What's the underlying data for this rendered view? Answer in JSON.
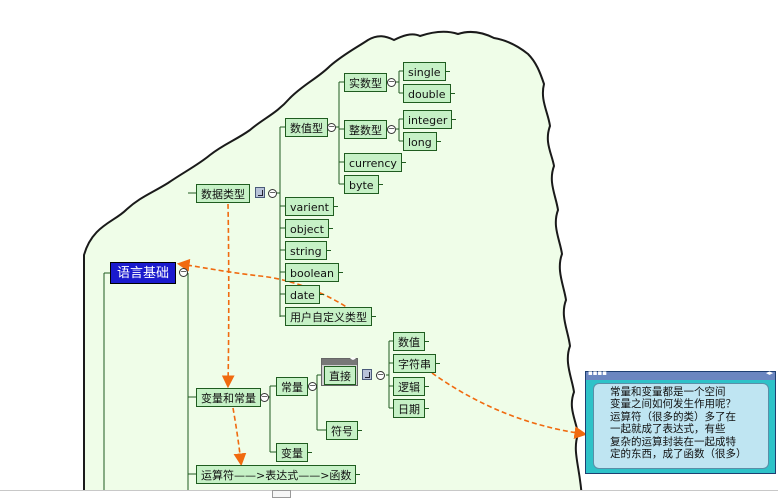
{
  "diagram": {
    "root": {
      "label": "语言基础"
    },
    "branches": {
      "data_types": {
        "label": "数据类型",
        "numeric": {
          "label": "数值型",
          "real": {
            "label": "实数型",
            "items": [
              "single",
              "double"
            ]
          },
          "integer": {
            "label": "整数型",
            "items": [
              "integer",
              "long"
            ]
          },
          "others": [
            "currency",
            "byte"
          ]
        },
        "others": [
          "varient",
          "object",
          "string",
          "boolean",
          "date",
          "用户自定义类型"
        ]
      },
      "vars_consts": {
        "label": "变量和常量",
        "constant": {
          "label": "常量",
          "literal": {
            "label": "直接",
            "items": [
              "数值",
              "字符串",
              "逻辑",
              "日期"
            ]
          },
          "symbolic": "符号"
        },
        "variable": "变量"
      },
      "operators": {
        "label": "运算符——>表达式——>函数"
      }
    },
    "callout": {
      "lines": [
        "常量和变量都是一个空间",
        "变量之间如何发生作用呢？",
        "运算符（很多的类）多了在",
        "一起就成了表达式，有些",
        "复杂的运算封装在一起成特",
        "定的东西，成了函数（很多）"
      ]
    },
    "icons": {
      "collapse_toggle": "minus-circle-icon",
      "attachment": "attachment-icon"
    },
    "colors": {
      "background": "#ffffff",
      "cloud_fill": "#effde8",
      "node_fill": "#c6f1c6",
      "node_border": "#1f5c1f",
      "root_fill": "#1a1acd",
      "arrow": "#f06a0f",
      "callout_fill": "#2ec2c8"
    }
  }
}
